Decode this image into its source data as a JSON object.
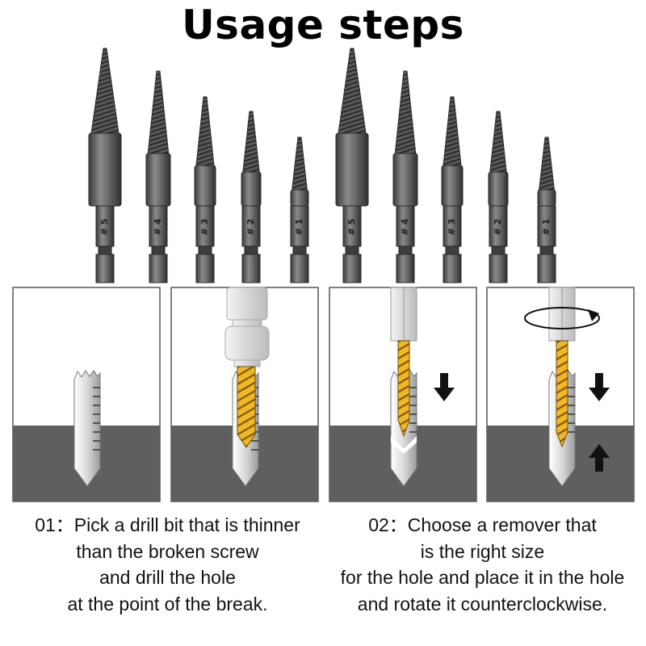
{
  "title": "Usage steps",
  "bits": [
    {
      "label": "# 5"
    },
    {
      "label": "# 4"
    },
    {
      "label": "# 3"
    },
    {
      "label": "# 2"
    },
    {
      "label": "# 1"
    },
    {
      "label": "# 5"
    },
    {
      "label": "# 4"
    },
    {
      "label": "# 3"
    },
    {
      "label": "# 2"
    },
    {
      "label": "# 1"
    }
  ],
  "colors": {
    "ground": "#5f5f5f",
    "bit_gold": "#f2b722",
    "steel_dark": "#4a4a4a",
    "panel_border": "#555555"
  },
  "steps": [
    {
      "lines": [
        "01：Pick a drill bit that is thinner",
        "than the broken screw",
        "and drill the hole",
        "at the point of the break."
      ]
    },
    {
      "lines": [
        "02：Choose a remover that",
        "is the right size",
        "for the hole and place it in the hole",
        "and rotate it counterclockwise."
      ]
    }
  ]
}
